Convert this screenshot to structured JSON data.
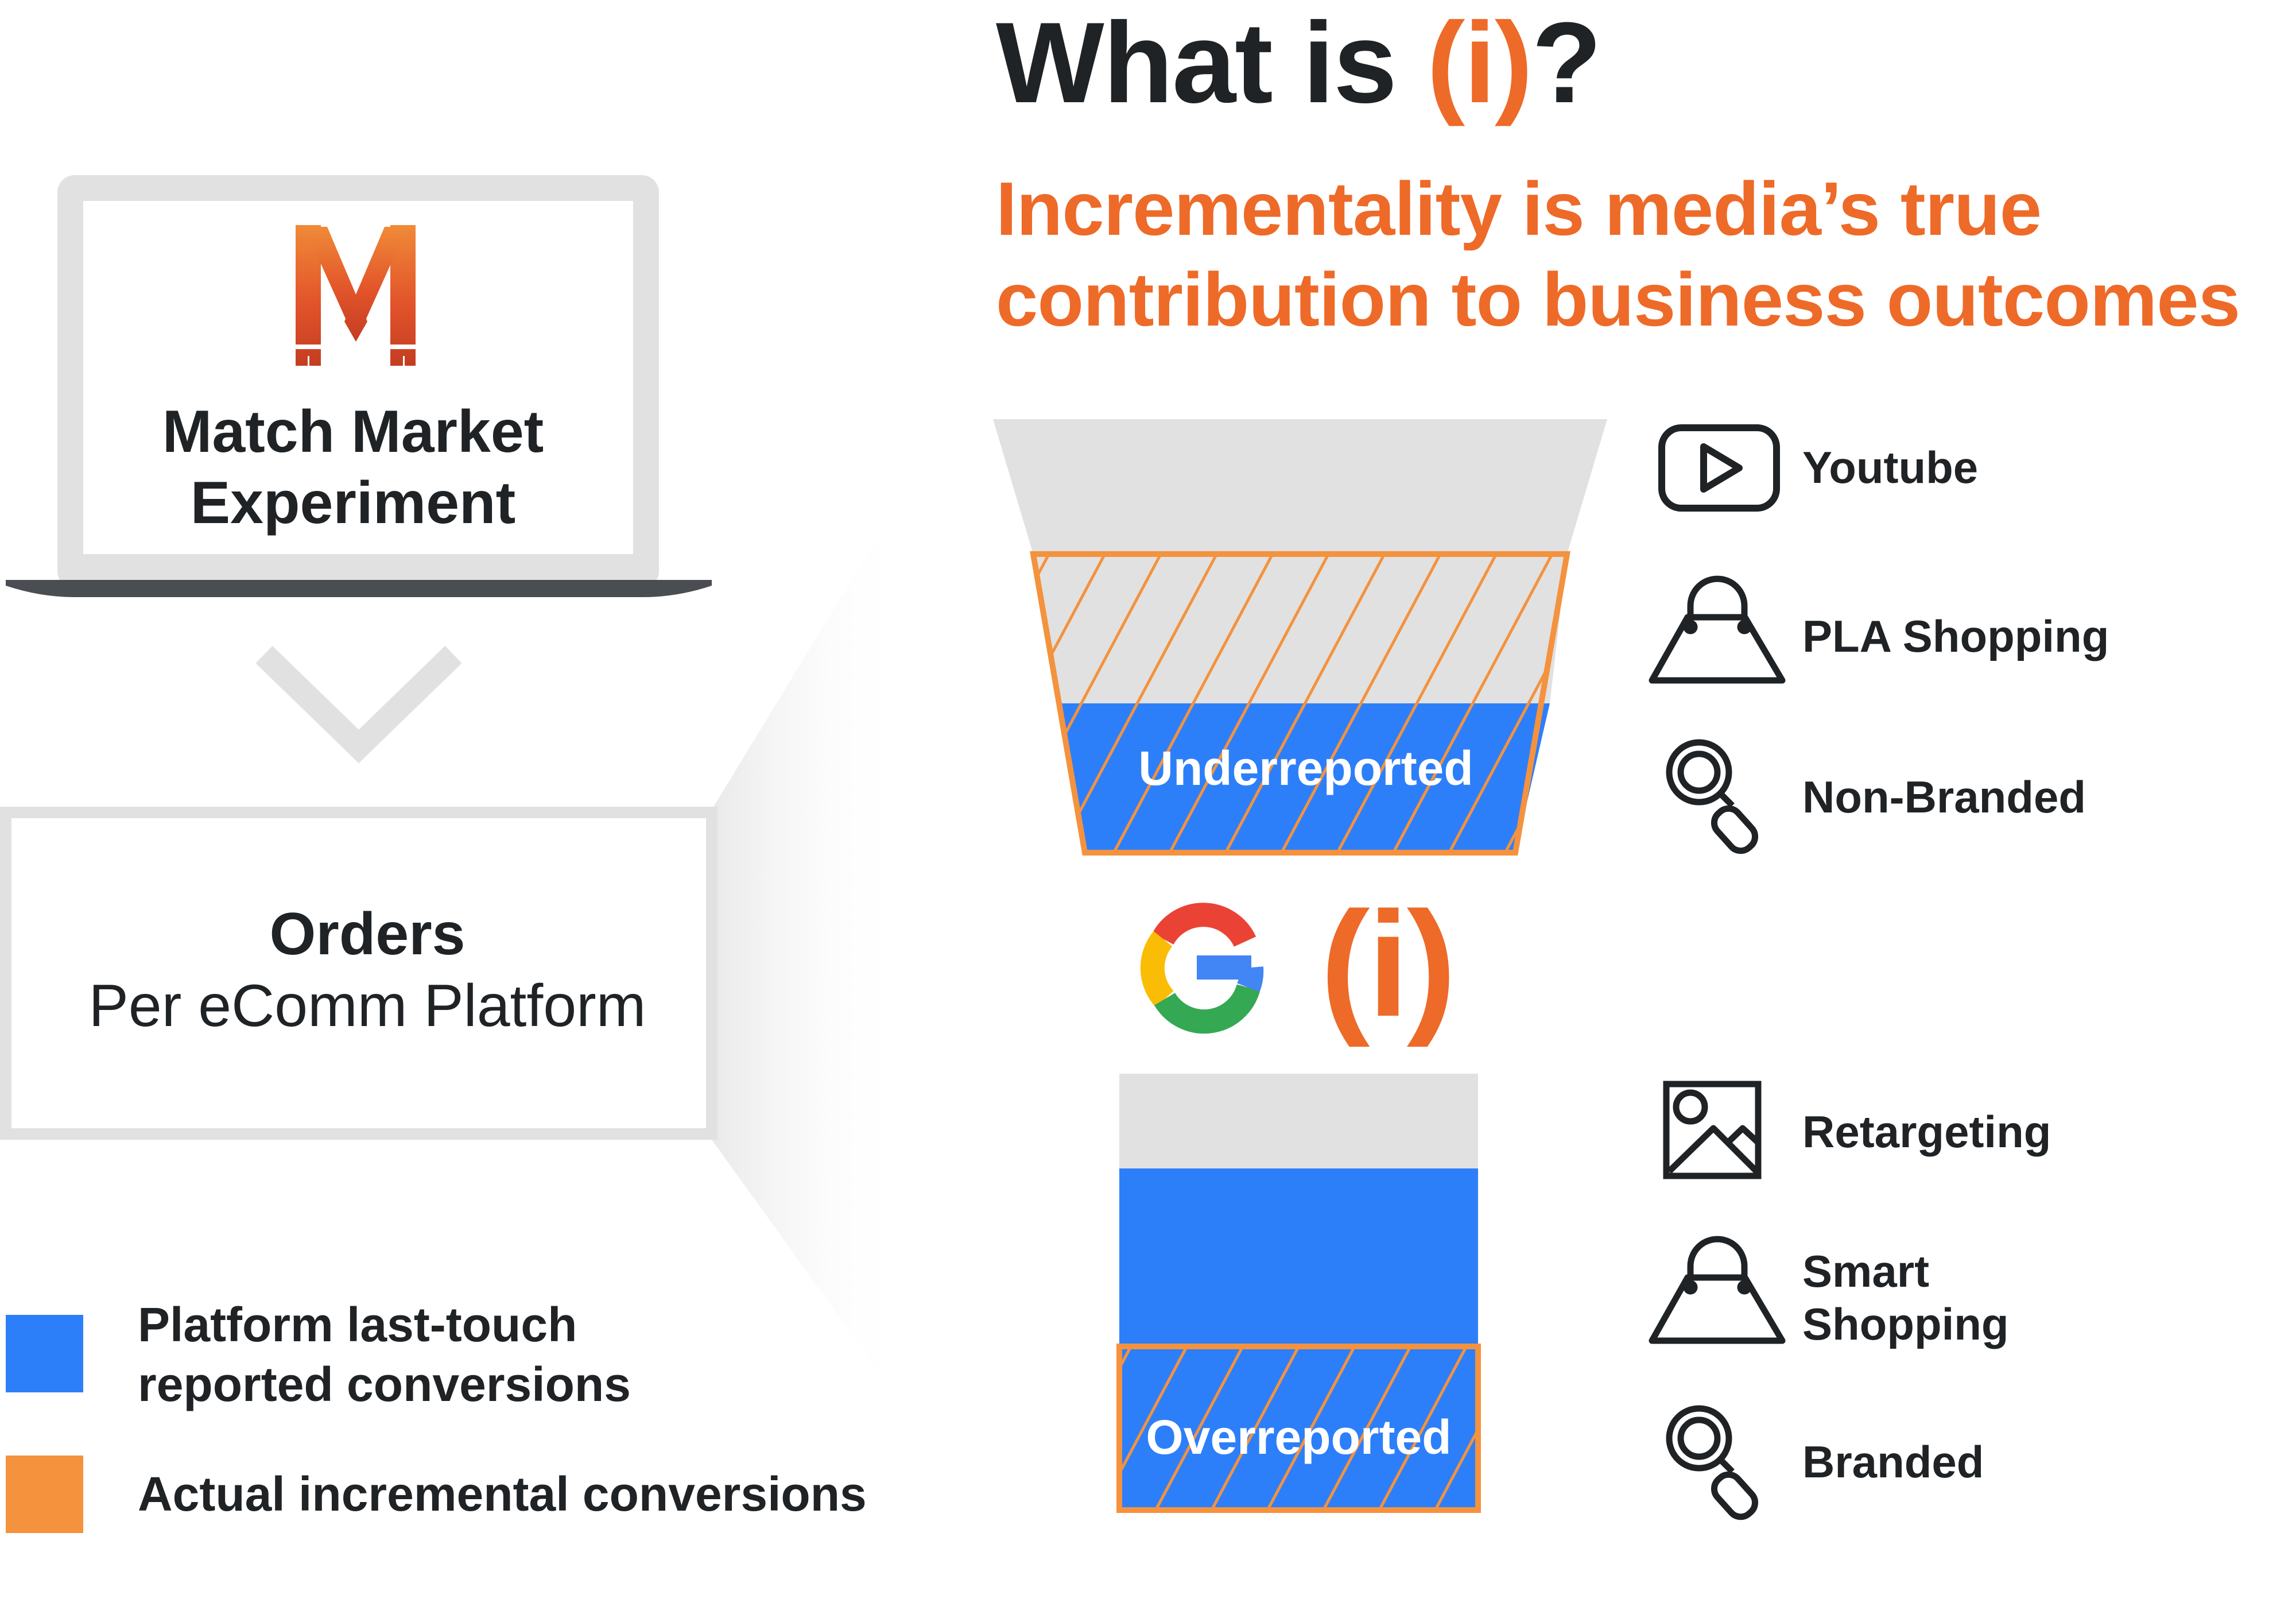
{
  "heading": {
    "prefix": "What is ",
    "highlight": "(i)",
    "suffix": "?",
    "subtitle": "Incrementality is media’s true contribution to business outcomes"
  },
  "experiment": {
    "line1": "Match Market",
    "line2": "Experiment"
  },
  "orders": {
    "title": "Orders",
    "subtitle": "Per eComm Platform"
  },
  "legend": [
    {
      "label_line1": "Platform last-touch",
      "label_line2": "reported conversions",
      "color": "#2d7ff9"
    },
    {
      "label_line1": "Actual incremental conversions",
      "label_line2": "",
      "color": "#f4923e"
    }
  ],
  "funnels": {
    "top_label": "Underreported",
    "bottom_label": "Overreported"
  },
  "center": {
    "google_logo": "google-logo",
    "incrementality_mark": "(i)"
  },
  "channels_top": [
    {
      "icon": "youtube-icon",
      "label": "Youtube"
    },
    {
      "icon": "shopping-bag-icon",
      "label": "PLA Shopping"
    },
    {
      "icon": "magnifier-icon",
      "label": "Non-Branded"
    }
  ],
  "channels_bottom": [
    {
      "icon": "image-icon",
      "label": "Retargeting"
    },
    {
      "icon": "shopping-bag-icon",
      "label_line1": "Smart",
      "label_line2": "Shopping"
    },
    {
      "icon": "magnifier-icon",
      "label": "Branded"
    }
  ],
  "colors": {
    "orange": "#ee6a28",
    "legend_orange": "#f4923e",
    "blue": "#2d7ff9",
    "gray": "#e1e1e1",
    "dark": "#1f2326"
  }
}
